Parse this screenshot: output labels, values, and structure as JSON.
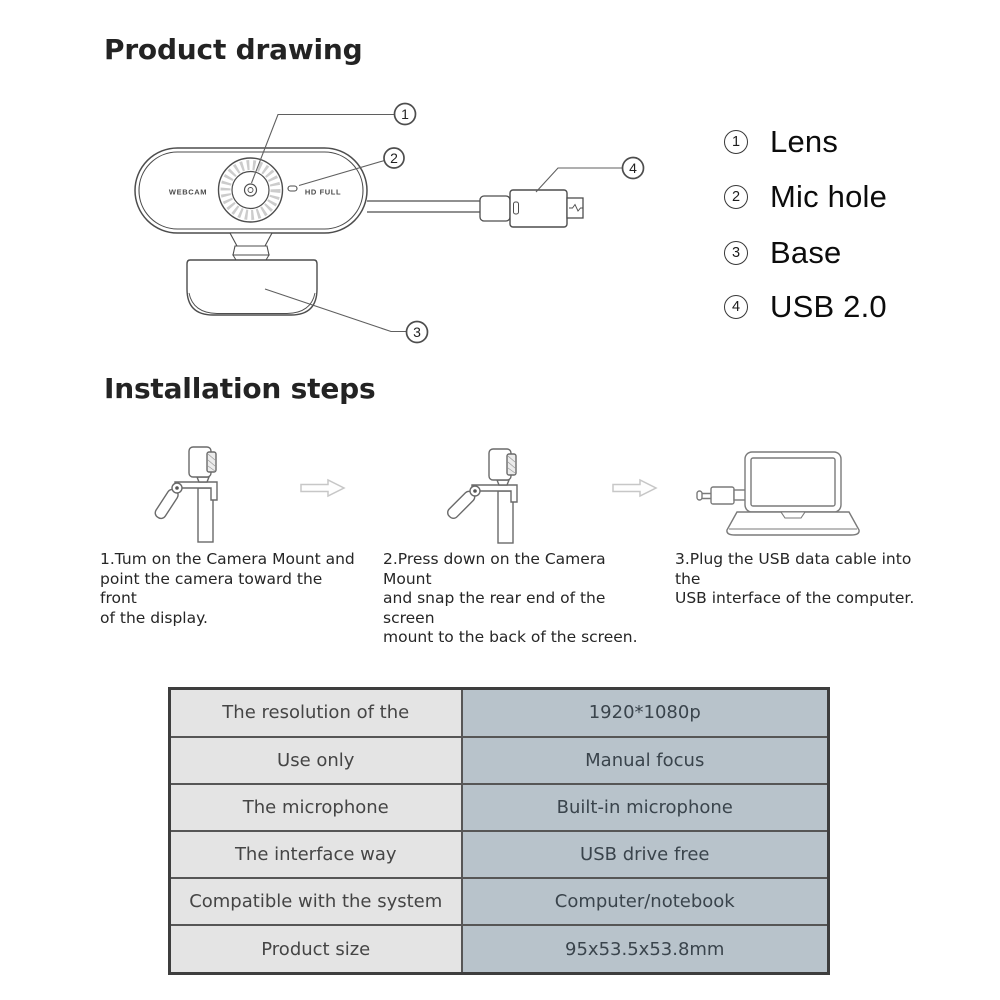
{
  "titles": {
    "product_drawing": "Product drawing",
    "installation": "Installation steps"
  },
  "drawing": {
    "brand_label": "WEBCAM",
    "hd_label": "HD FULL",
    "callouts": [
      {
        "num": "1",
        "label": "Lens"
      },
      {
        "num": "2",
        "label": "Mic hole"
      },
      {
        "num": "3",
        "label": "Base"
      },
      {
        "num": "4",
        "label": "USB 2.0"
      }
    ]
  },
  "steps": [
    {
      "text": "1.Tum on the Camera Mount and\npoint the camera toward the front\nof the display."
    },
    {
      "text": "2.Press down on the Camera Mount\nand snap the rear end of the screen\nmount to the back of the screen."
    },
    {
      "text": "3.Plug the USB data cable into the\nUSB interface of the computer."
    }
  ],
  "specs": {
    "rows": [
      {
        "key": "The resolution of the",
        "value": "1920*1080p"
      },
      {
        "key": "Use only",
        "value": "Manual focus"
      },
      {
        "key": "The microphone",
        "value": "Built-in microphone"
      },
      {
        "key": "The interface way",
        "value": "USB drive free"
      },
      {
        "key": "Compatible with the system",
        "value": "Computer/notebook"
      },
      {
        "key": "Product size",
        "value": "95x53.5x53.8mm"
      }
    ]
  },
  "icons": {
    "webcam_front": "webcam-front-line-drawing",
    "usb_connector": "usb-connector-line-drawing",
    "camera_mount": "camera-clip-mount-line-drawing",
    "step_arrow": "hollow-right-arrow",
    "laptop": "laptop-with-usb-plug-line-drawing"
  },
  "colors": {
    "background": "#ffffff",
    "line_art": "#4d4d4d",
    "spec_key_bg": "#e4e4e4",
    "spec_value_bg": "#b8c3cb",
    "spec_border": "#565656"
  }
}
